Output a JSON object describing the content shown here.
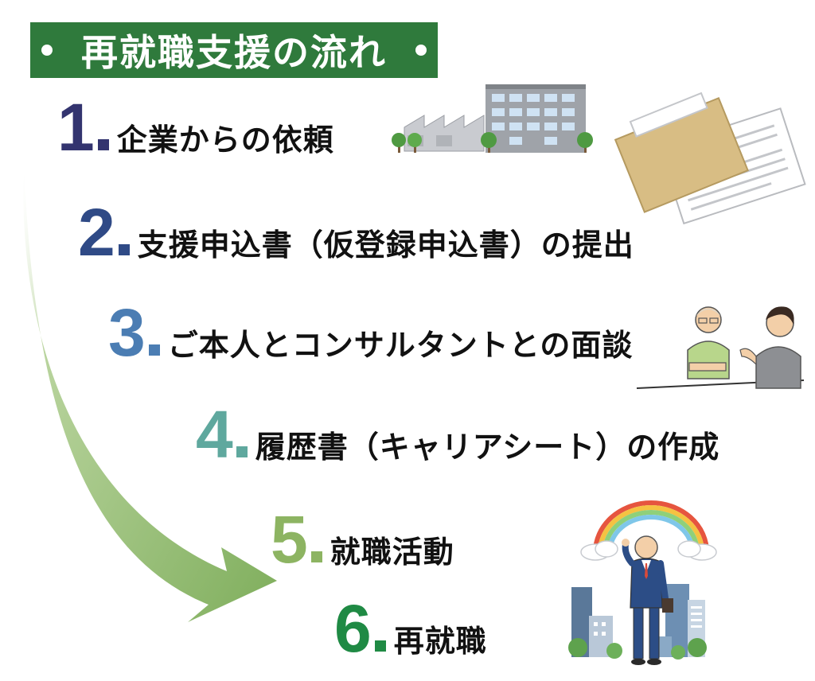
{
  "title": "再就職支援の流れ",
  "colors": {
    "banner": "#2f7a3c",
    "arrow": "#8fb771",
    "step1": "#33346f",
    "step2": "#2f4a86",
    "step3": "#4b7db3",
    "step4": "#5fa89e",
    "step5": "#8db462",
    "step6": "#1f8a44"
  },
  "steps": [
    {
      "number": "1",
      "label": "企業からの依頼",
      "icon": "factory-building-icon"
    },
    {
      "number": "2",
      "label": "支援申込書（仮登録申込書）の提出",
      "icon": "documents-envelope-icon"
    },
    {
      "number": "3",
      "label": "ご本人とコンサルタントとの面談",
      "icon": "consultation-people-icon"
    },
    {
      "number": "4",
      "label": "履歴書（キャリアシート）の作成",
      "icon": null
    },
    {
      "number": "5",
      "label": "就職活動",
      "icon": null
    },
    {
      "number": "6",
      "label": "再就職",
      "icon": "city-businessman-rainbow-icon"
    }
  ]
}
